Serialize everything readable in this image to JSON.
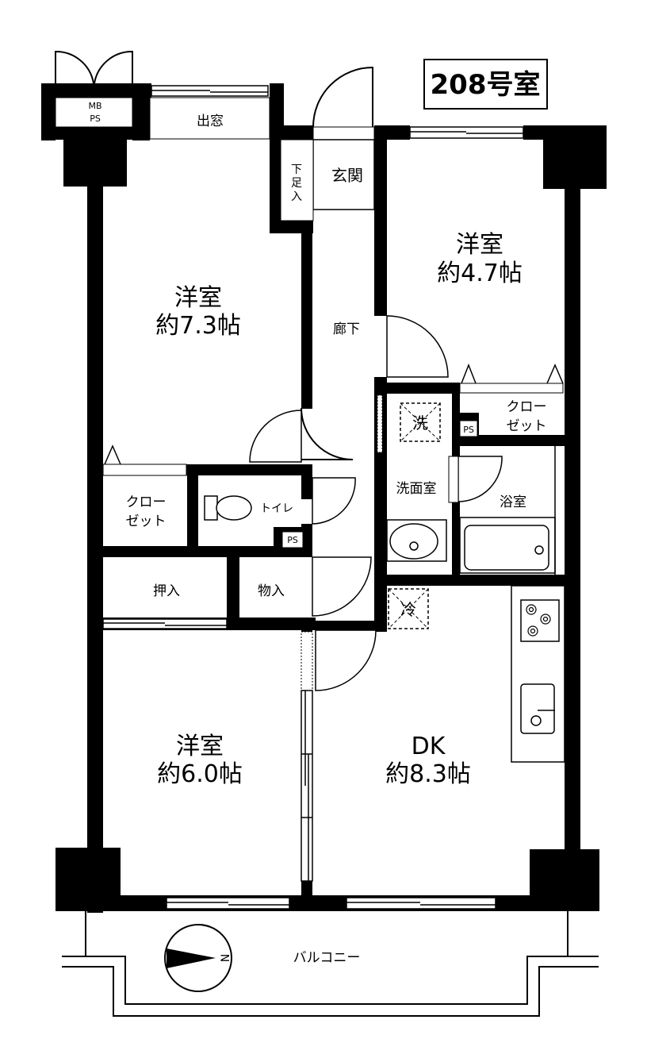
{
  "unit": "208号室",
  "rooms": {
    "western_7": {
      "name": "洋室",
      "size": "約7.3帖"
    },
    "western_4": {
      "name": "洋室",
      "size": "約4.7帖"
    },
    "western_6": {
      "name": "洋室",
      "size": "約6.0帖"
    },
    "dk": {
      "name": "DK",
      "size": "約8.3帖"
    }
  },
  "labels": {
    "mb": "MB",
    "ps": "PS",
    "demado": "出窓",
    "entrance": "玄関",
    "shoe_1": "下",
    "shoe_2": "足",
    "shoe_3": "入",
    "hallway": "廊下",
    "closet_1": "クロー",
    "closet_2": "ゼット",
    "toilet": "トイレ",
    "washroom": "洗面室",
    "bath": "浴室",
    "oshiire": "押入",
    "storage": "物入",
    "washer": "洗",
    "fridge": "冷",
    "balcony": "バルコニー",
    "compass_n": "N"
  }
}
